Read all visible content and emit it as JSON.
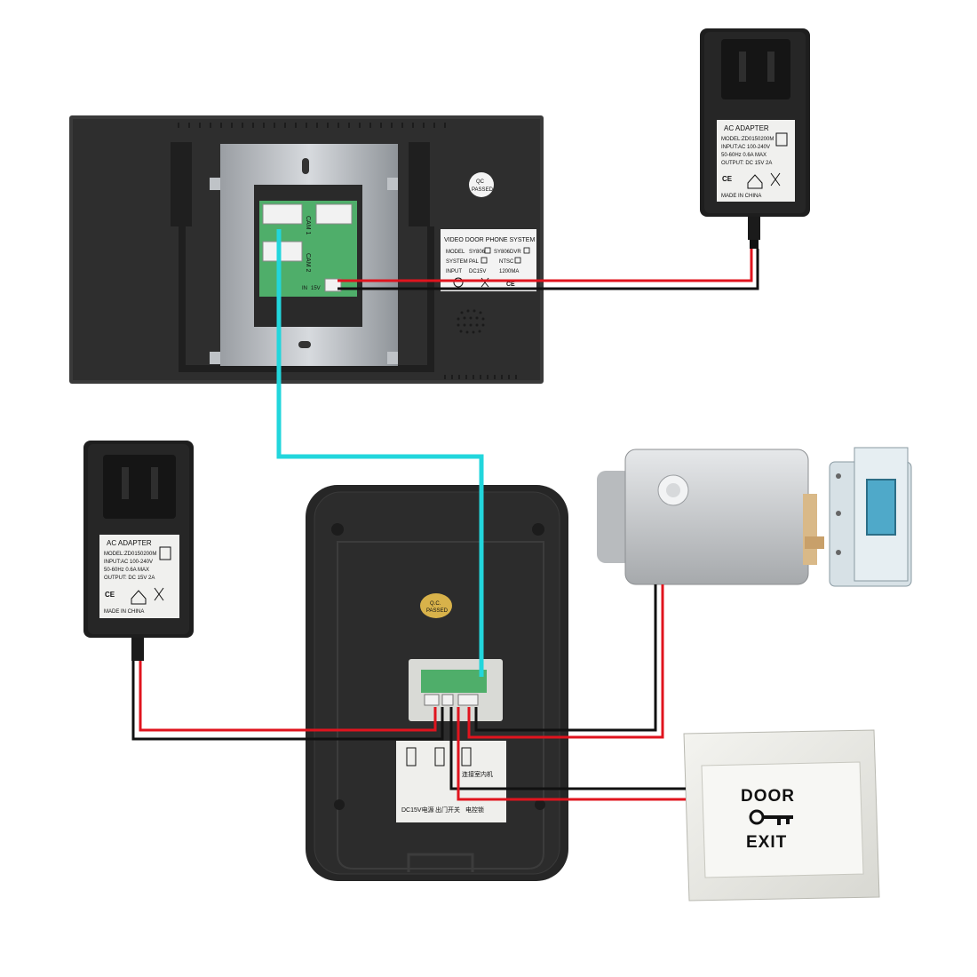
{
  "adapters": {
    "top": {
      "title": "AC ADAPTER",
      "model": "MODEL:ZD0150200M",
      "input": "INPUT:AC 100-240V",
      "freq": "50-60Hz 0.6A MAX",
      "output": "OUTPUT: DC 15V 2A",
      "origin": "MADE IN CHINA"
    },
    "left": {
      "title": "AC ADAPTER",
      "model": "MODEL:ZD0150200M",
      "input": "INPUT:AC 100-240V",
      "freq": "50-60Hz 0.6A MAX",
      "output": "OUTPUT: DC 15V 2A",
      "origin": "MADE IN CHINA"
    }
  },
  "monitor": {
    "qc_top": "QC",
    "qc_bottom": "PASSED",
    "cam1": "CAM 1",
    "cam2": "CAM 2",
    "power_in": "IN",
    "power_v": "15V",
    "label": {
      "title": "VIDEO DOOR PHONE SYSTEM",
      "model_key": "MODEL",
      "model_a": "SY806",
      "model_b": "SY806DVR",
      "system_key": "SYSTEM",
      "sys_a": "PAL",
      "sys_b": "NTSC",
      "input_key": "INPUT",
      "input_v": "DC15V",
      "input_a": "1200MA",
      "ce": "CE"
    }
  },
  "outdoor_unit": {
    "qc_top": "Q.C.",
    "qc_bottom": "PASSED",
    "label_right": "连接室内机",
    "label_bottom_1": "DC15V电源",
    "label_bottom_2": "出门开关",
    "label_bottom_3": "电控锁"
  },
  "exit_button": {
    "line1": "DOOR",
    "line2": "EXIT"
  },
  "colors": {
    "red_wire": "#e0141e",
    "black_wire": "#111111",
    "cyan_wire": "#22d6dc",
    "device_body": "#2a2a2a"
  }
}
